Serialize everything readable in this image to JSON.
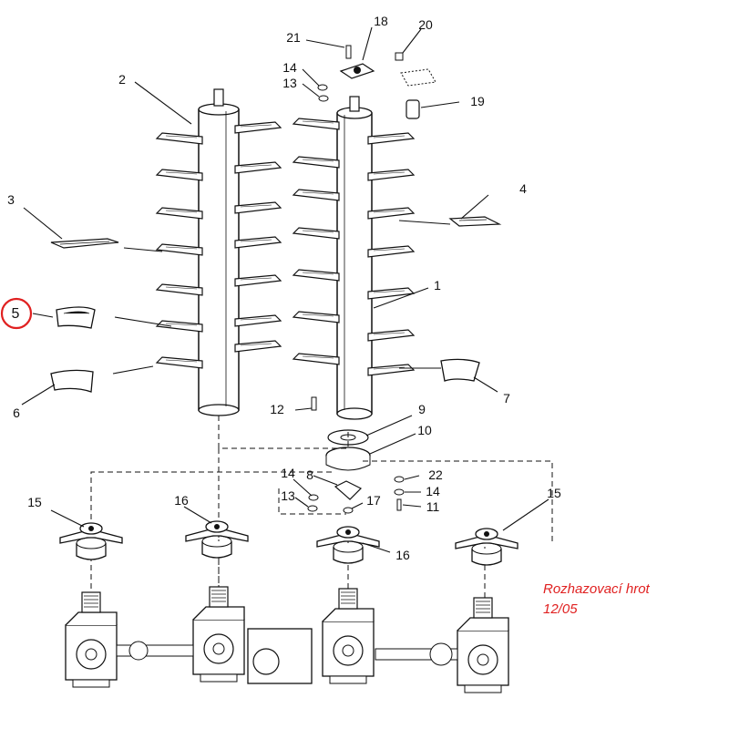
{
  "diagram": {
    "part_numbers": {
      "p1": "1",
      "p2": "2",
      "p3": "3",
      "p4": "4",
      "p5": "5",
      "p6": "6",
      "p7": "7",
      "p8": "8",
      "p9": "9",
      "p10": "10",
      "p11": "11",
      "p12": "12",
      "p13a": "13",
      "p13b": "13",
      "p14a": "14",
      "p14b": "14",
      "p14c": "14",
      "p15a": "15",
      "p15b": "15",
      "p16a": "16",
      "p16b": "16",
      "p17": "17",
      "p18": "18",
      "p19": "19",
      "p20": "20",
      "p21": "21",
      "p22": "22"
    },
    "highlighted_part": "5"
  },
  "caption": {
    "line1": "Rozhazovací hrot",
    "line2": "12/05"
  },
  "colors": {
    "line": "#111111",
    "highlight": "#e02020",
    "caption": "#e02020",
    "background": "#ffffff"
  }
}
